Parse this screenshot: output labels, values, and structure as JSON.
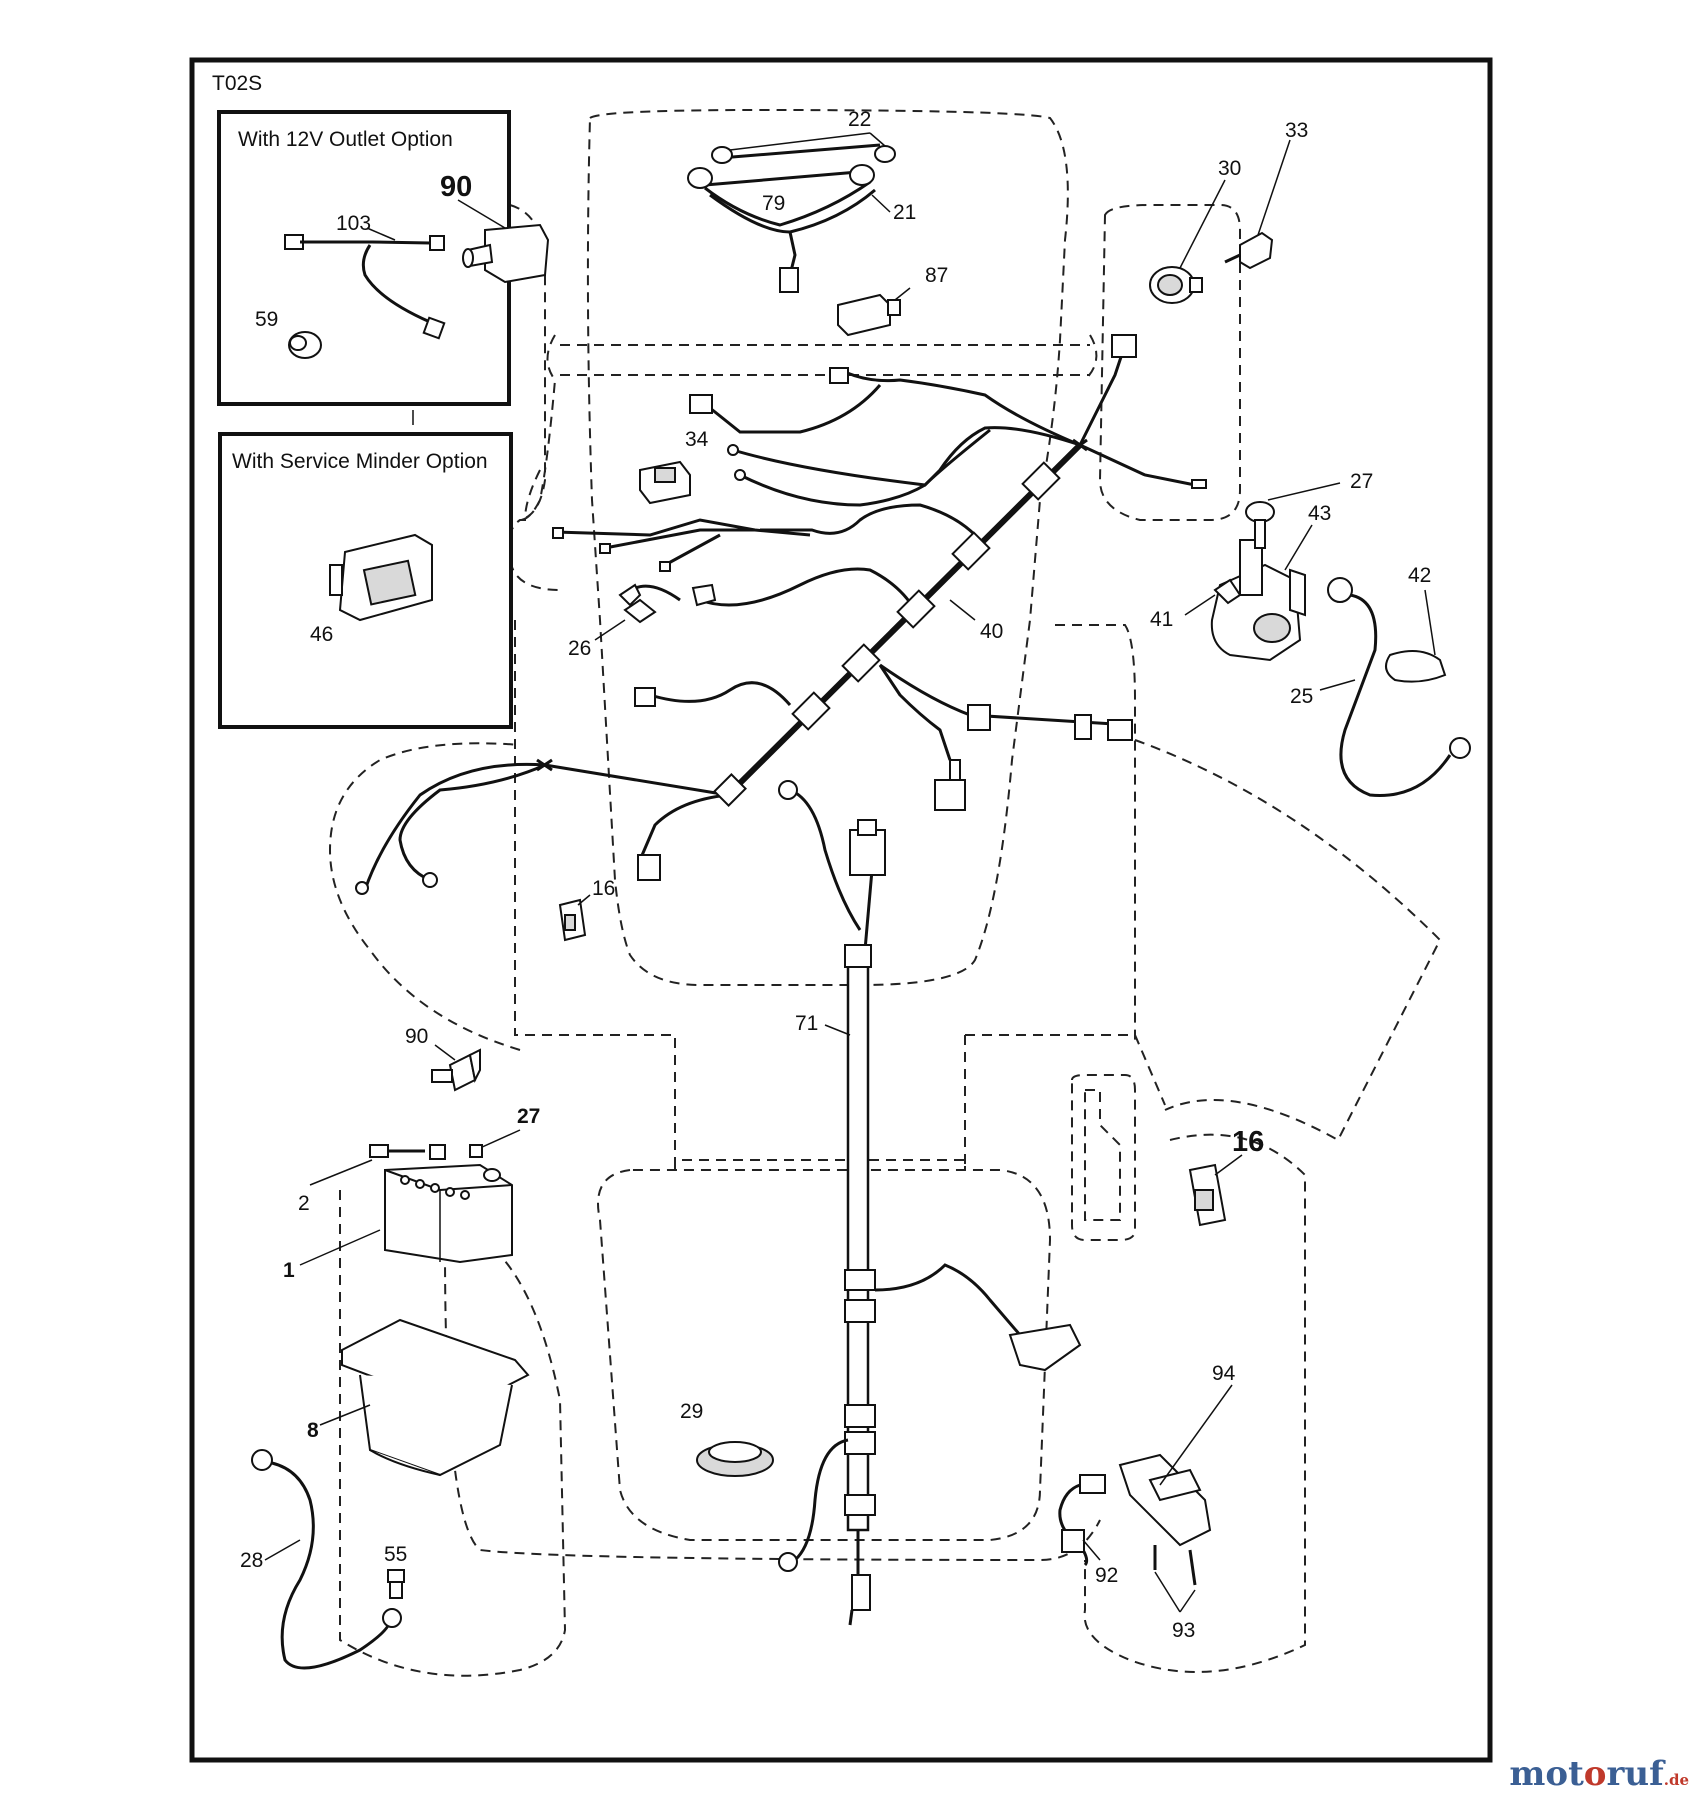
{
  "diagram_code": "T02S",
  "option_boxes": {
    "outlet": "With 12V Outlet Option",
    "service_minder": "With Service Minder Option"
  },
  "parts": {
    "p90a": "90",
    "p103": "103",
    "p59": "59",
    "p46": "46",
    "p22": "22",
    "p79": "79",
    "p21": "21",
    "p87": "87",
    "p30": "30",
    "p33": "33",
    "p34": "34",
    "p26": "26",
    "p40": "40",
    "p27a": "27",
    "p43": "43",
    "p41": "41",
    "p42": "42",
    "p25": "25",
    "p16a": "16",
    "p71": "71",
    "p90b": "90",
    "p27b": "27",
    "p2": "2",
    "p1": "1",
    "p8": "8",
    "p28": "28",
    "p55": "55",
    "p29": "29",
    "p16b": "16",
    "p94": "94",
    "p92": "92",
    "p93": "93"
  },
  "watermark": {
    "brand_a": "mot",
    "brand_o": "o",
    "brand_b": "ruf",
    "tld": ".de"
  }
}
